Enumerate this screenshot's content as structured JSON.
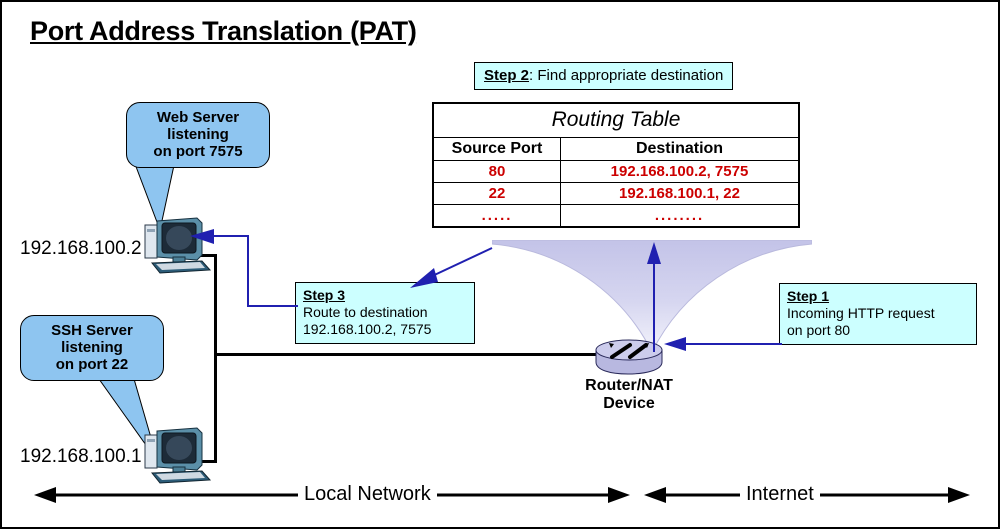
{
  "title": "Port Address Translation (PAT)",
  "bubbles": {
    "web_server": {
      "lines": [
        "Web Server",
        "listening",
        "on port 7575"
      ]
    },
    "ssh_server": {
      "lines": [
        "SSH Server",
        "listening",
        "on port 22"
      ]
    }
  },
  "steps": {
    "step1": {
      "header": "Step 1",
      "lines": [
        "Incoming HTTP request",
        "on port 80"
      ]
    },
    "step2": {
      "header": "Step 2",
      "text": ": Find appropriate destination"
    },
    "step3": {
      "header": "Step 3",
      "lines": [
        "Route to destination",
        "192.168.100.2, 7575"
      ]
    }
  },
  "routing_table": {
    "title": "Routing Table",
    "columns": [
      "Source Port",
      "Destination"
    ],
    "rows": [
      [
        "80",
        "192.168.100.2, 7575"
      ],
      [
        "22",
        "192.168.100.1, 22"
      ],
      [
        ".....",
        "........"
      ]
    ]
  },
  "hosts": {
    "web": {
      "ip": "192.168.100.2"
    },
    "ssh": {
      "ip": "192.168.100.1"
    }
  },
  "router": {
    "lines": [
      "Router/NAT",
      "Device"
    ]
  },
  "zones": {
    "local": "Local Network",
    "internet": "Internet"
  },
  "colors": {
    "bubble_blue": "#8ec5f0",
    "step_cyan": "#ccffff",
    "table_value_red": "#cc0000",
    "arrow_navy": "#2020b0",
    "funnel_lavender": "#ccccee",
    "router_body": "#b8b8e0"
  }
}
